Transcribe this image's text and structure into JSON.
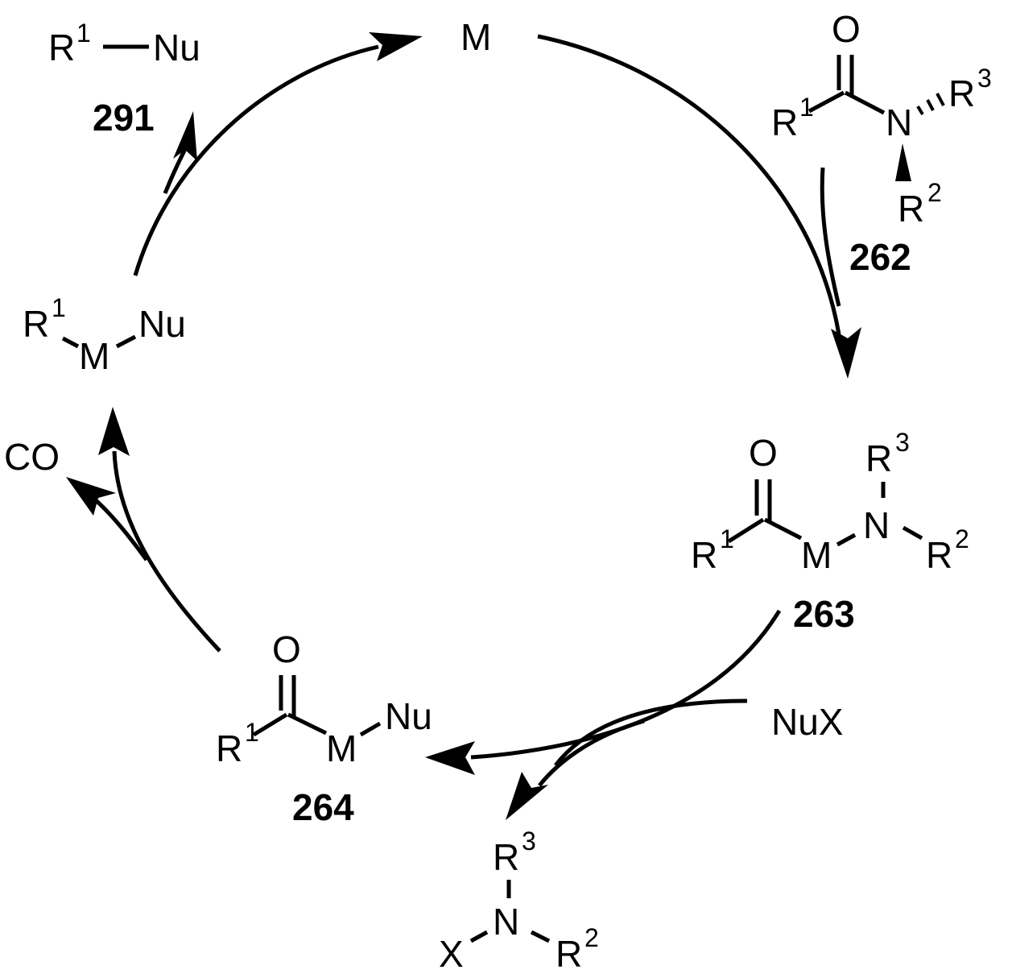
{
  "cycle": {
    "catalyst": {
      "label": "M"
    },
    "product": {
      "r": "R",
      "r_sup": "1",
      "nu": "Nu",
      "number": "291"
    },
    "amide": {
      "o": "O",
      "r1": "R",
      "r1_sup": "1",
      "n": "N",
      "r3": "R",
      "r3_sup": "3",
      "r2": "R",
      "r2_sup": "2",
      "number": "262"
    },
    "int263": {
      "o": "O",
      "r1": "R",
      "r1_sup": "1",
      "m": "M",
      "n": "N",
      "r3": "R",
      "r3_sup": "3",
      "r2": "R",
      "r2_sup": "2",
      "number": "263"
    },
    "reagent": {
      "label": "NuX"
    },
    "byproduct": {
      "x": "X",
      "n": "N",
      "r3": "R",
      "r3_sup": "3",
      "r2": "R",
      "r2_sup": "2"
    },
    "int264": {
      "o": "O",
      "r1": "R",
      "r1_sup": "1",
      "m": "M",
      "nu": "Nu",
      "number": "264"
    },
    "co": {
      "label": "CO"
    },
    "int_rmnu": {
      "r1": "R",
      "r1_sup": "1",
      "m": "M",
      "nu": "Nu"
    }
  }
}
